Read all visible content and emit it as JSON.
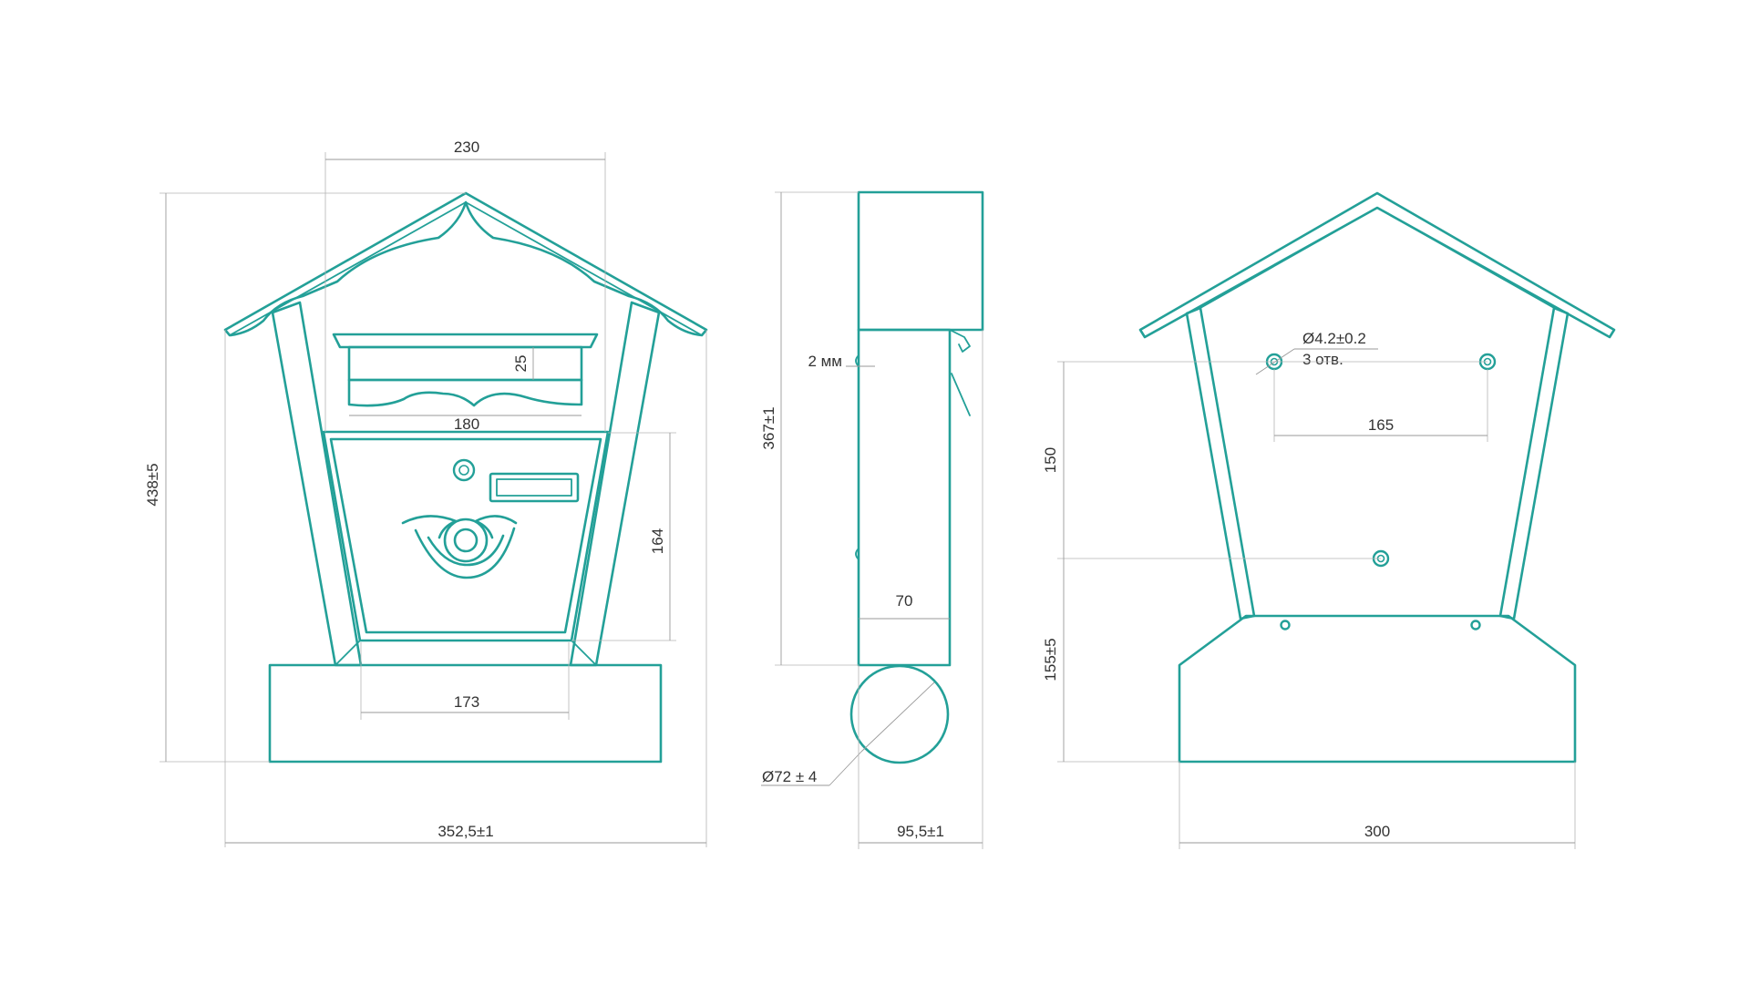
{
  "palette": {
    "outline": "#23a098",
    "dimension_line": "#9a9a9a",
    "text": "#333333",
    "background": "#ffffff"
  },
  "front_view": {
    "dimensions": {
      "top_width": "230",
      "slot_height": "25",
      "slot_width": "180",
      "door_height": "164",
      "door_bottom_width": "173",
      "overall_height": "438±5",
      "overall_width": "352,5±1"
    },
    "icons": [
      "lock-icon",
      "post-horn-icon",
      "name-plate-icon"
    ]
  },
  "side_view": {
    "dimensions": {
      "wall_thickness": "2 мм",
      "body_height": "367±1",
      "body_depth": "70",
      "tube_diameter": "Ø72 ± 4",
      "overall_depth": "95,5±1"
    }
  },
  "back_view": {
    "dimensions": {
      "hole_diameter": "Ø4.2±0.2",
      "hole_count": "3 отв.",
      "hole_spacing": "165",
      "hole_vertical": "150",
      "bottom_height": "155±5",
      "base_width": "300"
    }
  }
}
